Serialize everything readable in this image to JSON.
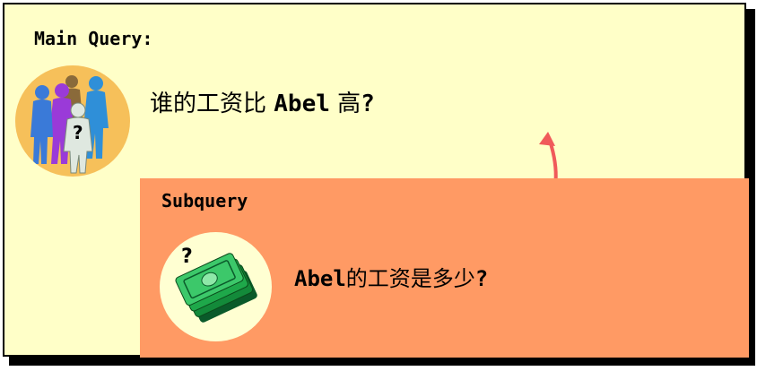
{
  "main_query": {
    "label": "Main Query:",
    "question_prefix": "谁的工资比 ",
    "question_name": "Abel",
    "question_suffix": " 高",
    "question_mark": "?",
    "people_icon_mark": "?"
  },
  "subquery": {
    "label": "Subquery",
    "question_name": "Abel",
    "question_text": "的工资是多少",
    "question_mark": "?",
    "money_icon_mark": "?"
  },
  "colors": {
    "main_bg": "#ffffc8",
    "sub_bg": "#ff9a64",
    "arrow": "#f05a5a",
    "people_disc": "#f6c05a",
    "money_disc": "#ffffd2"
  }
}
